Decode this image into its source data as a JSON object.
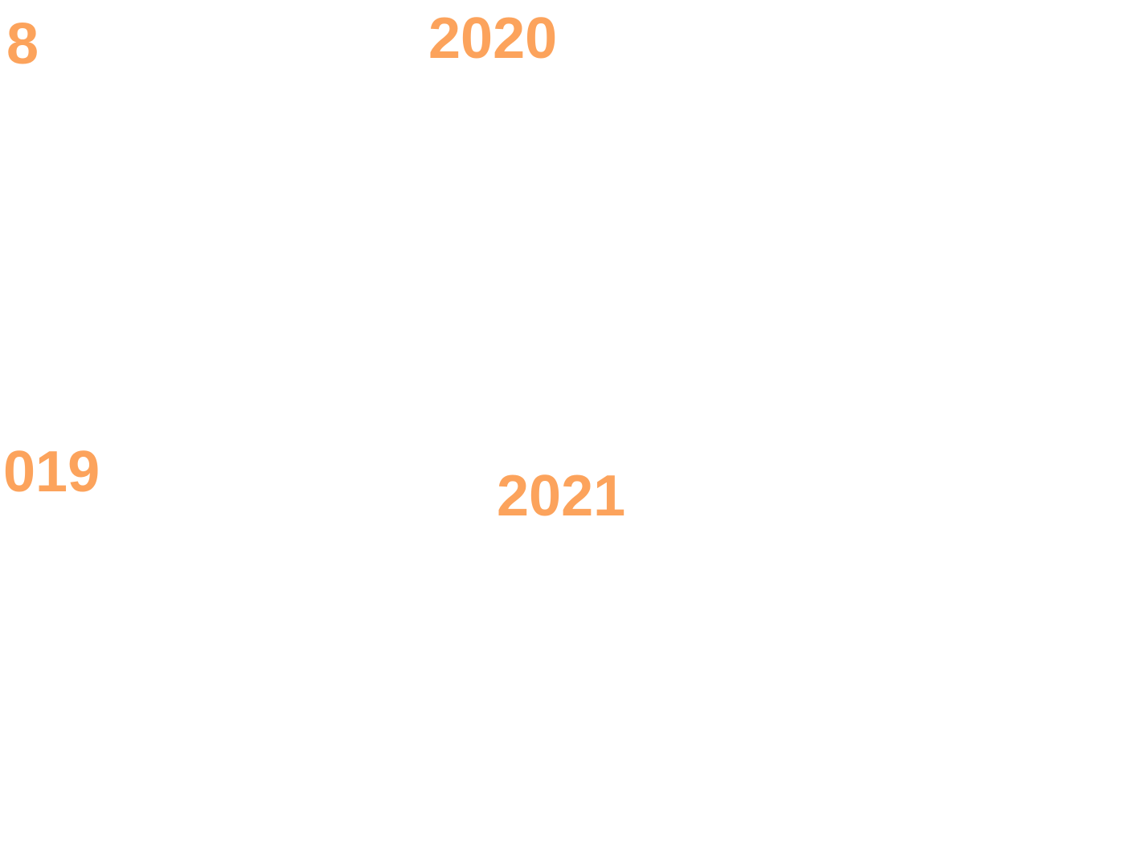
{
  "accent_color": "#fca35c",
  "labels": [
    {
      "text": "8"
    },
    {
      "text": "2020"
    },
    {
      "text": "019"
    },
    {
      "text": "2021"
    }
  ]
}
